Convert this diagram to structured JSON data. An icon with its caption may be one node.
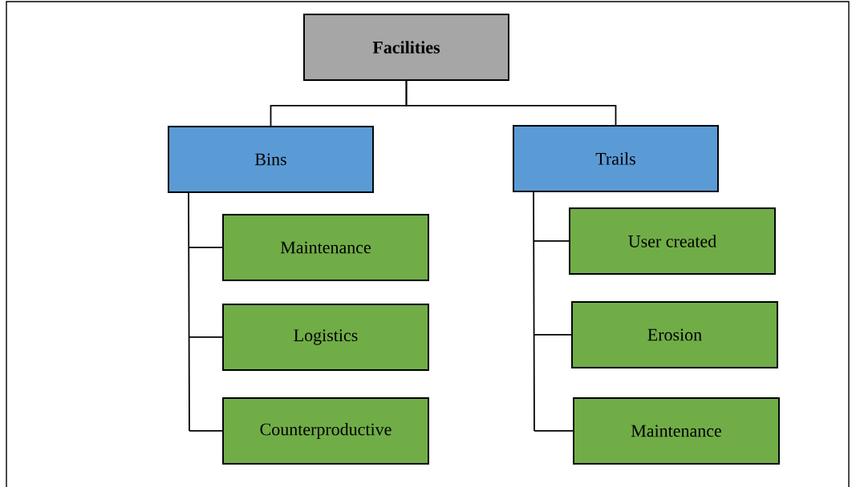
{
  "diagram": {
    "nodes": [
      {
        "text": [
          "Facilities"
        ]
      },
      {
        "text": [
          "Bins"
        ]
      },
      {
        "text": [
          "Trails"
        ]
      },
      {
        "text": [
          "Maintenance"
        ]
      },
      {
        "text": [
          "Logistics"
        ]
      },
      {
        "text": [
          "Counterproductive"
        ]
      },
      {
        "text": [
          "User created"
        ]
      },
      {
        "text": [
          "Erosion"
        ]
      },
      {
        "text": [
          "Maintenance"
        ]
      }
    ],
    "edges": [
      {
        "from": 0,
        "to": 1,
        "arrow": "none"
      },
      {
        "from": 0,
        "to": 2,
        "arrow": "none"
      },
      {
        "from": 1,
        "to": 3,
        "arrow": "none"
      },
      {
        "from": 1,
        "to": 4,
        "arrow": "none"
      },
      {
        "from": 1,
        "to": 5,
        "arrow": "none"
      },
      {
        "from": 2,
        "to": 6,
        "arrow": "none"
      },
      {
        "from": 2,
        "to": 7,
        "arrow": "none"
      },
      {
        "from": 2,
        "to": 8,
        "arrow": "none"
      }
    ]
  }
}
